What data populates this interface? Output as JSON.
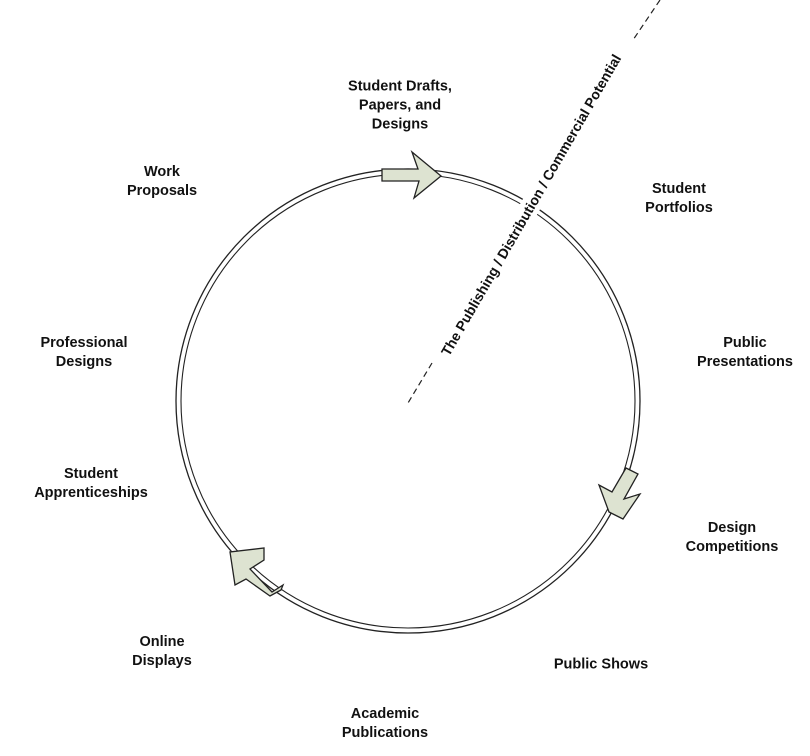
{
  "diagram": {
    "axis_label": "The Publishing / Distribution / Commercial Potential",
    "nodes": [
      {
        "id": "student-drafts",
        "label": "Student Drafts,\nPapers, and\nDesigns"
      },
      {
        "id": "student-portfolios",
        "label": "Student\nPortfolios"
      },
      {
        "id": "public-presentations",
        "label": "Public\nPresentations"
      },
      {
        "id": "design-competitions",
        "label": "Design\nCompetitions"
      },
      {
        "id": "public-shows",
        "label": "Public Shows"
      },
      {
        "id": "academic-publications",
        "label": "Academic\nPublications"
      },
      {
        "id": "online-displays",
        "label": "Online\nDisplays"
      },
      {
        "id": "student-apprenticeships",
        "label": "Student\nApprenticeships"
      },
      {
        "id": "professional-designs",
        "label": "Professional\nDesigns"
      },
      {
        "id": "work-proposals",
        "label": "Work\nProposals"
      }
    ],
    "colors": {
      "arrow_fill": "#dde3d1",
      "stroke": "#222222",
      "text": "#111111"
    }
  }
}
